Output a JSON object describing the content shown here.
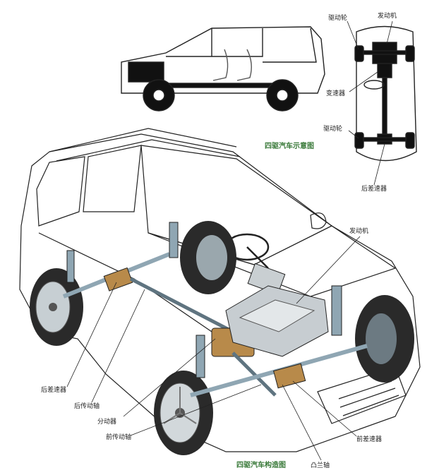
{
  "schematic": {
    "caption": "四驱汽车示意图",
    "labels": {
      "drive_wheel": "驱动轮",
      "engine": "发动机",
      "transmission": "变速器",
      "driven_wheel": "驱动轮",
      "rear_diff": "后差速器"
    }
  },
  "cutaway": {
    "caption": "四驱汽车构造图",
    "labels": {
      "engine": "发动机",
      "rear_diff": "后差速器",
      "rear_shaft": "后传动轴",
      "transfer_case": "分动器",
      "front_shaft": "前传动轴",
      "flange_shaft": "凸兰轴",
      "front_diff": "前差速器"
    }
  },
  "colors": {
    "line": "#222222",
    "caption": "#3a7a3a",
    "metal": "#8fa6b3",
    "bronze": "#b88a4a"
  }
}
